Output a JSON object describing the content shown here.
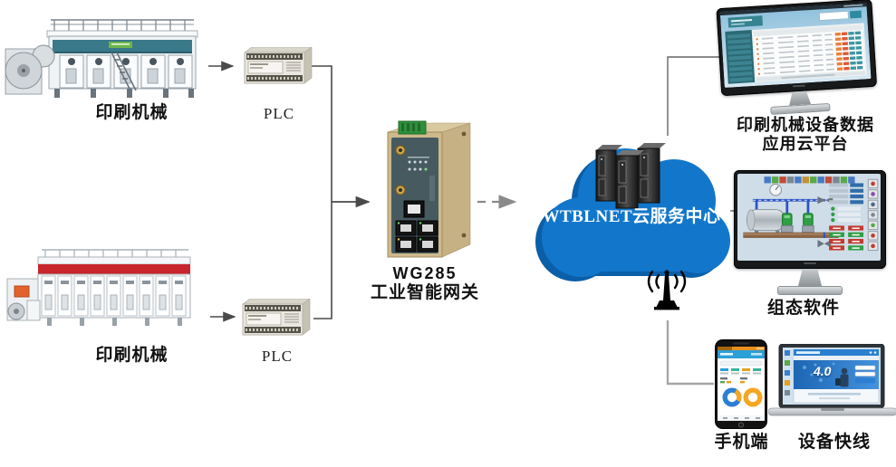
{
  "nodes": {
    "machine_top": {
      "label": "印刷机械"
    },
    "plc_top": {
      "label": "PLC"
    },
    "machine_bottom": {
      "label": "印刷机械"
    },
    "plc_bottom": {
      "label": "PLC"
    },
    "gateway": {
      "model": "WG285",
      "name": "工业智能网关"
    },
    "cloud": {
      "label": "WTBLNET云服务中心"
    },
    "cloud_platform": {
      "line1": "印刷机械设备数据",
      "line2": "应用云平台"
    },
    "scada": {
      "label": "组态软件"
    },
    "mobile": {
      "label": "手机端"
    },
    "device_express": {
      "label": "设备快线",
      "screen_banner": "4.0"
    }
  },
  "icons": {
    "antenna": "radio-antenna-icon",
    "cloud": "cloud-icon",
    "servers": "server-stack-icon"
  },
  "colors": {
    "cloud_blue": "#1277cb",
    "cloud_shadow": "#0a5fa8",
    "gateway_body": "#cdb98b",
    "gateway_panel": "#475a60",
    "machine_teal": "#39798a",
    "machine_red": "#c8252c",
    "arrow": "#4a4a4a",
    "dashed_arrow": "#8a8a8a",
    "wireless_line": "#a6a6a6"
  }
}
